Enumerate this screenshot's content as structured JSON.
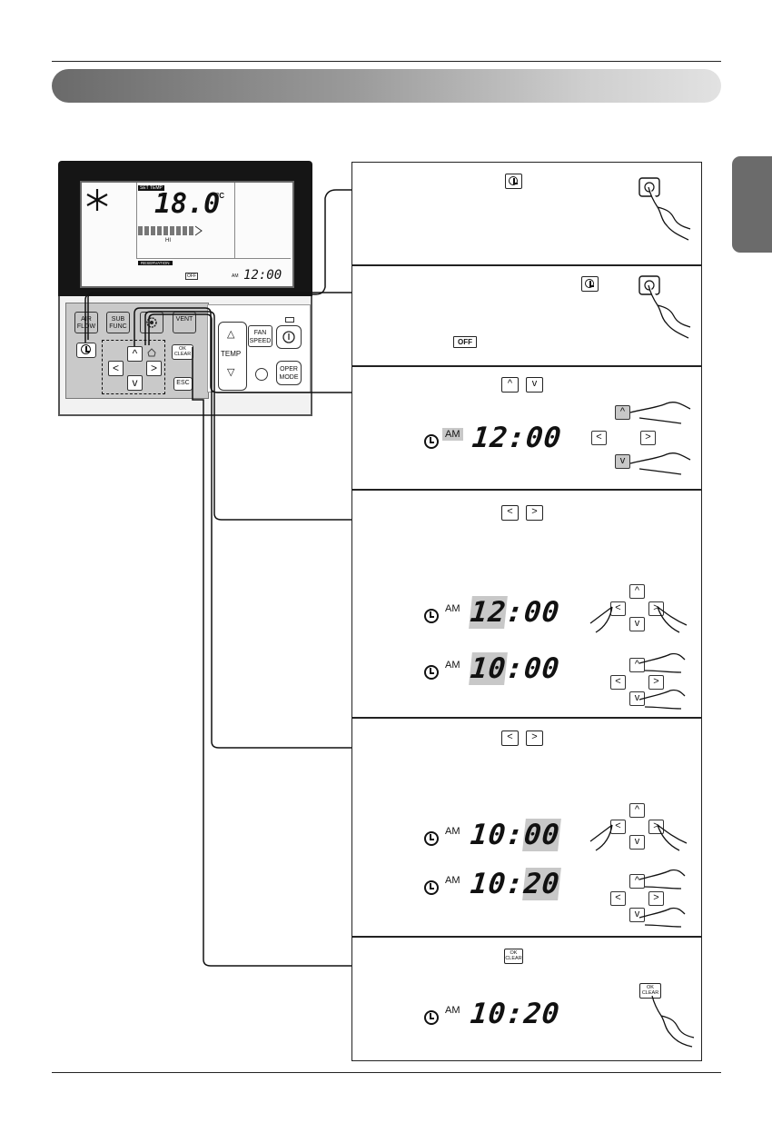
{
  "remote": {
    "lcd": {
      "set_temp_label": "SET TEMP",
      "temperature": "18.0",
      "unit": "°C",
      "fan_level": "HI",
      "reservation_label": "RESERVATION",
      "off_label": "OFF",
      "am": "AM",
      "time": "12:00"
    },
    "buttons": {
      "air_flow": "AIR FLOW",
      "sub_func": "SUB FUNC",
      "vent": "VENT",
      "ok_clear_top": "OK",
      "ok_clear_bottom": "CLEAR",
      "esc": "ESC",
      "temp": "TEMP",
      "fan_speed_1": "FAN",
      "fan_speed_2": "SPEED",
      "oper_1": "OPER",
      "oper_2": "MODE"
    }
  },
  "steps": [
    {
      "id": 1
    },
    {
      "id": 2,
      "off_badge": "OFF"
    },
    {
      "id": 3,
      "am": "AM",
      "time": "12:00"
    },
    {
      "id": 4,
      "am": "AM",
      "time_a_hi": "12",
      "time_a_rest": ":00",
      "time_b_hi": "10",
      "time_b_rest": ":00"
    },
    {
      "id": 5,
      "am": "AM",
      "time_a_lead": "10:",
      "time_a_hi": "00",
      "time_b_lead": "10:",
      "time_b_hi": "20"
    },
    {
      "id": 6,
      "am": "AM",
      "time": "10:20",
      "ok_top": "OK",
      "ok_bottom": "CLEAR"
    }
  ]
}
